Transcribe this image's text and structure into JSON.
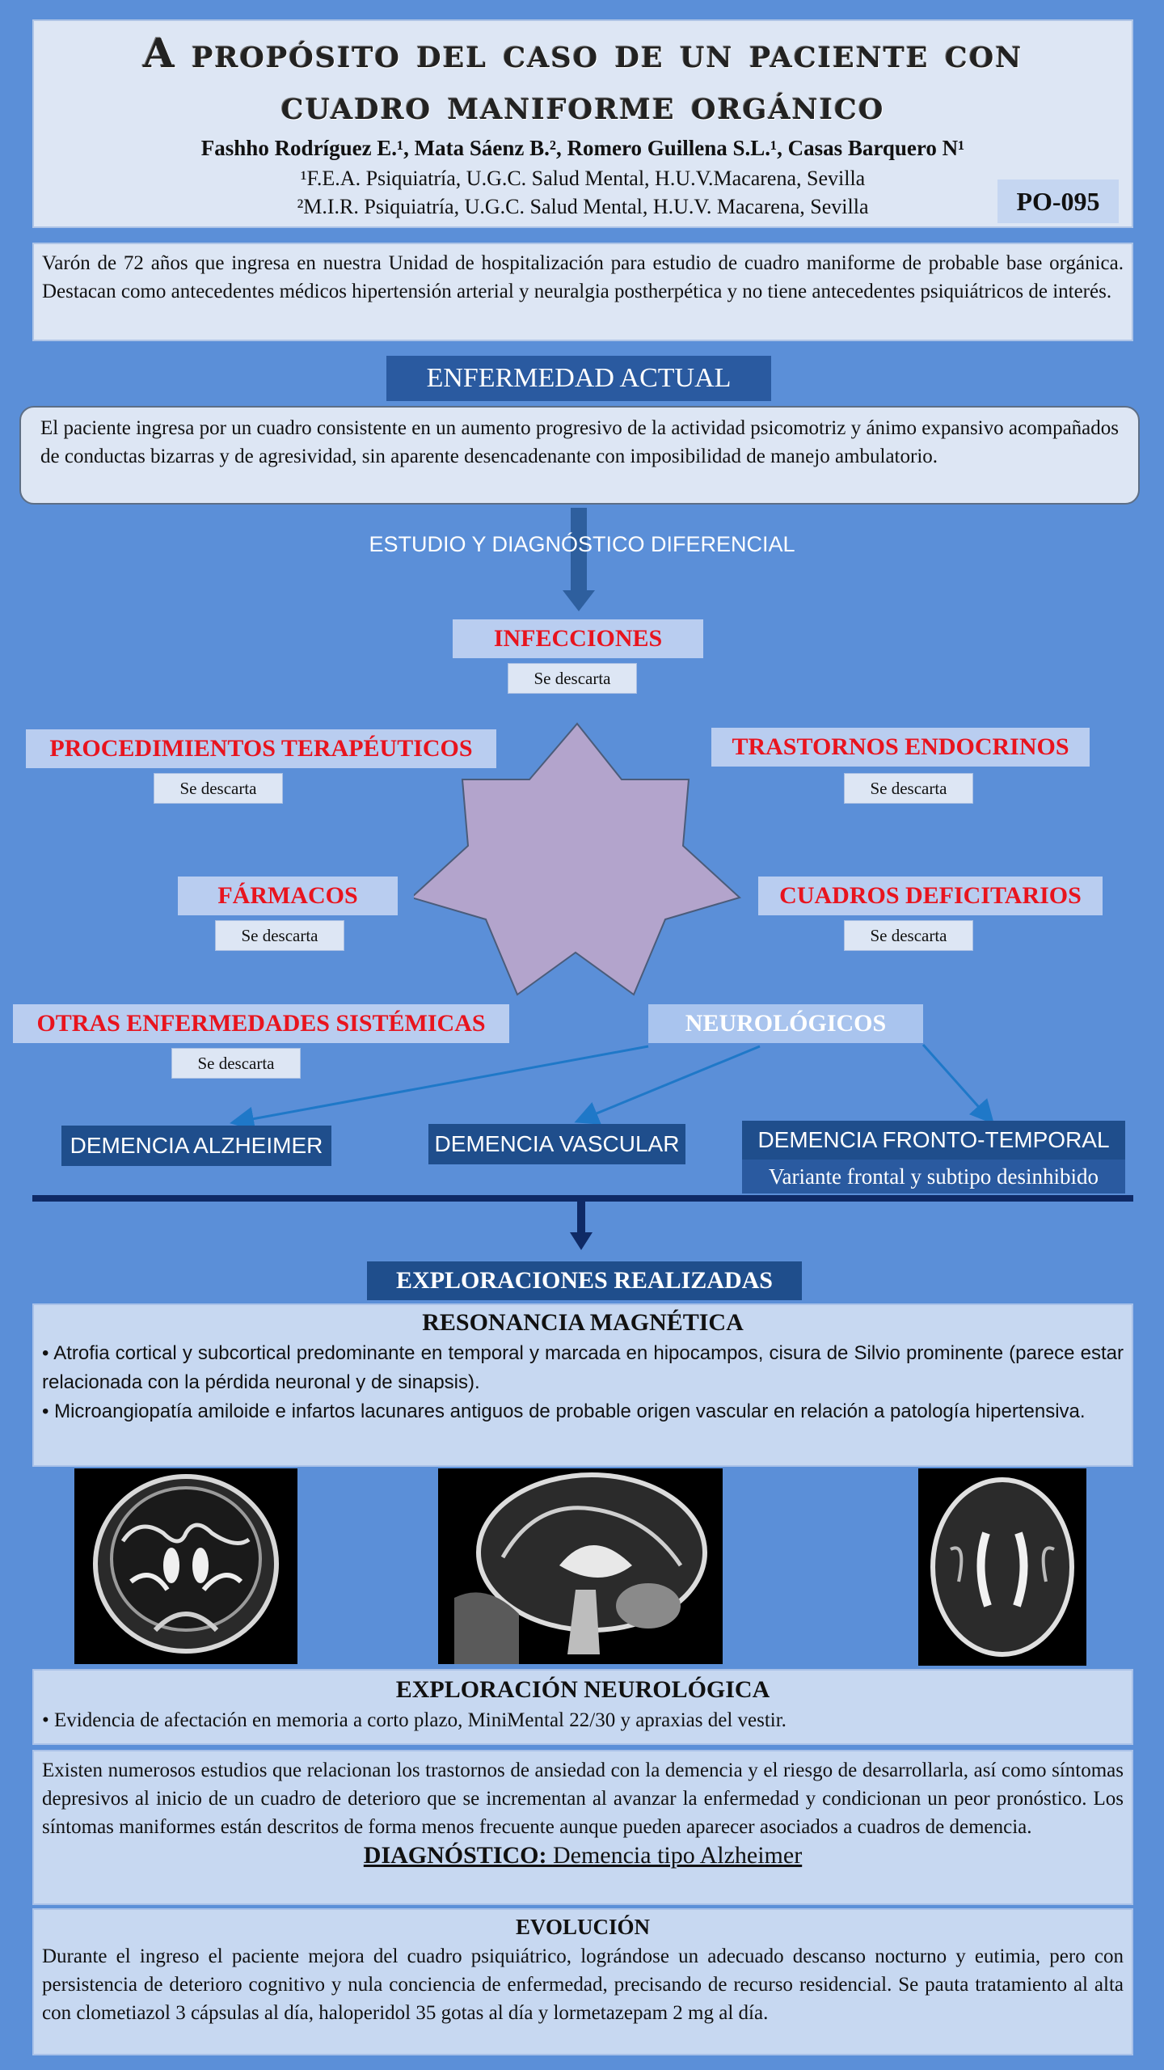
{
  "header": {
    "title_line1": "A propósito del caso de un paciente con",
    "title_line2": "cuadro maniforme orgánico",
    "authors": "Fashho Rodríguez E.¹, Mata Sáenz B.², Romero Guillena S.L.¹, Casas Barquero N¹",
    "affiliation1": "¹F.E.A. Psiquiatría, U.G.C. Salud Mental, H.U.V.Macarena, Sevilla",
    "affiliation2": "²M.I.R. Psiquiatría, U.G.C. Salud Mental, H.U.V. Macarena, Sevilla",
    "poster_code": "PO-095"
  },
  "intro": "Varón de 72 años que ingresa en nuestra Unidad de hospitalización para estudio de cuadro maniforme de probable base orgánica. Destacan como antecedentes médicos hipertensión arterial y neuralgia postherpética y no tiene antecedentes psiquiátricos de interés.",
  "enfermedad": {
    "heading": "ENFERMEDAD ACTUAL",
    "text": "El paciente ingresa por un cuadro consistente en un aumento progresivo de la actividad psicomotriz y ánimo expansivo acompañados de conductas bizarras y de agresividad, sin aparente desencadenante con imposibilidad de manejo ambulatorio."
  },
  "diagnostico_diferencial": {
    "label": "ESTUDIO Y DIAGNÓSTICO DIFERENCIAL",
    "infecciones": "INFECCIONES",
    "procedimientos": "PROCEDIMIENTOS TERAPÉUTICOS",
    "endocrinos": "TRASTORNOS ENDOCRINOS",
    "farmacos": "FÁRMACOS",
    "deficitarios": "CUADROS DEFICITARIOS",
    "sistemicas": "OTRAS ENFERMEDADES SISTÉMICAS",
    "neurologicos": "NEUROLÓGICOS",
    "descarta": "Se descarta",
    "alzheimer": "DEMENCIA ALZHEIMER",
    "vascular": "DEMENCIA VASCULAR",
    "frontotemporal": "DEMENCIA FRONTO-TEMPORAL",
    "variante": "Variante frontal y subtipo desinhibido"
  },
  "exploraciones": {
    "heading": "EXPLORACIONES REALIZADAS",
    "rm_title": "RESONANCIA MAGNÉTICA",
    "rm_items": [
      "Atrofia cortical y subcortical predominante en temporal y marcada en hipocampos, cisura de Silvio prominente (parece estar relacionada con la pérdida neuronal y de sinapsis).",
      "Microangiopatía amiloide e infartos lacunares antiguos de probable origen vascular en relación a patología hipertensiva."
    ],
    "neuro_title": "EXPLORACIÓN NEUROLÓGICA",
    "neuro_item": "Evidencia de afectación en memoria a corto plazo, MiniMental 22/30 y apraxias del vestir."
  },
  "discusion": "Existen numerosos estudios que relacionan los trastornos de ansiedad con la demencia y el riesgo de desarrollarla, así como síntomas depresivos al inicio de un cuadro de deterioro que se incrementan al avanzar la enfermedad y condicionan un peor pronóstico. Los síntomas maniformes están descritos de forma menos frecuente aunque pueden aparecer asociados a cuadros de demencia.",
  "diagnostico": {
    "label": "DIAGNÓSTICO:",
    "value": "Demencia tipo Alzheimer"
  },
  "evolucion": {
    "title": "EVOLUCIÓN",
    "text": "Durante el ingreso el paciente mejora del cuadro psiquiátrico, lográndose un adecuado descanso nocturno y eutimia, pero con persistencia de deterioro cognitivo y nula conciencia de enfermedad, precisando de recurso residencial. Se pauta tratamiento al alta con clometiazol 3 cápsulas al día, haloperidol 35 gotas al día y lormetazepam 2 mg al día."
  },
  "colors": {
    "background": "#5b8fd8",
    "accent_red": "#e8141e",
    "dark_blue": "#1f4e8c",
    "star": "#b3a4cc"
  }
}
